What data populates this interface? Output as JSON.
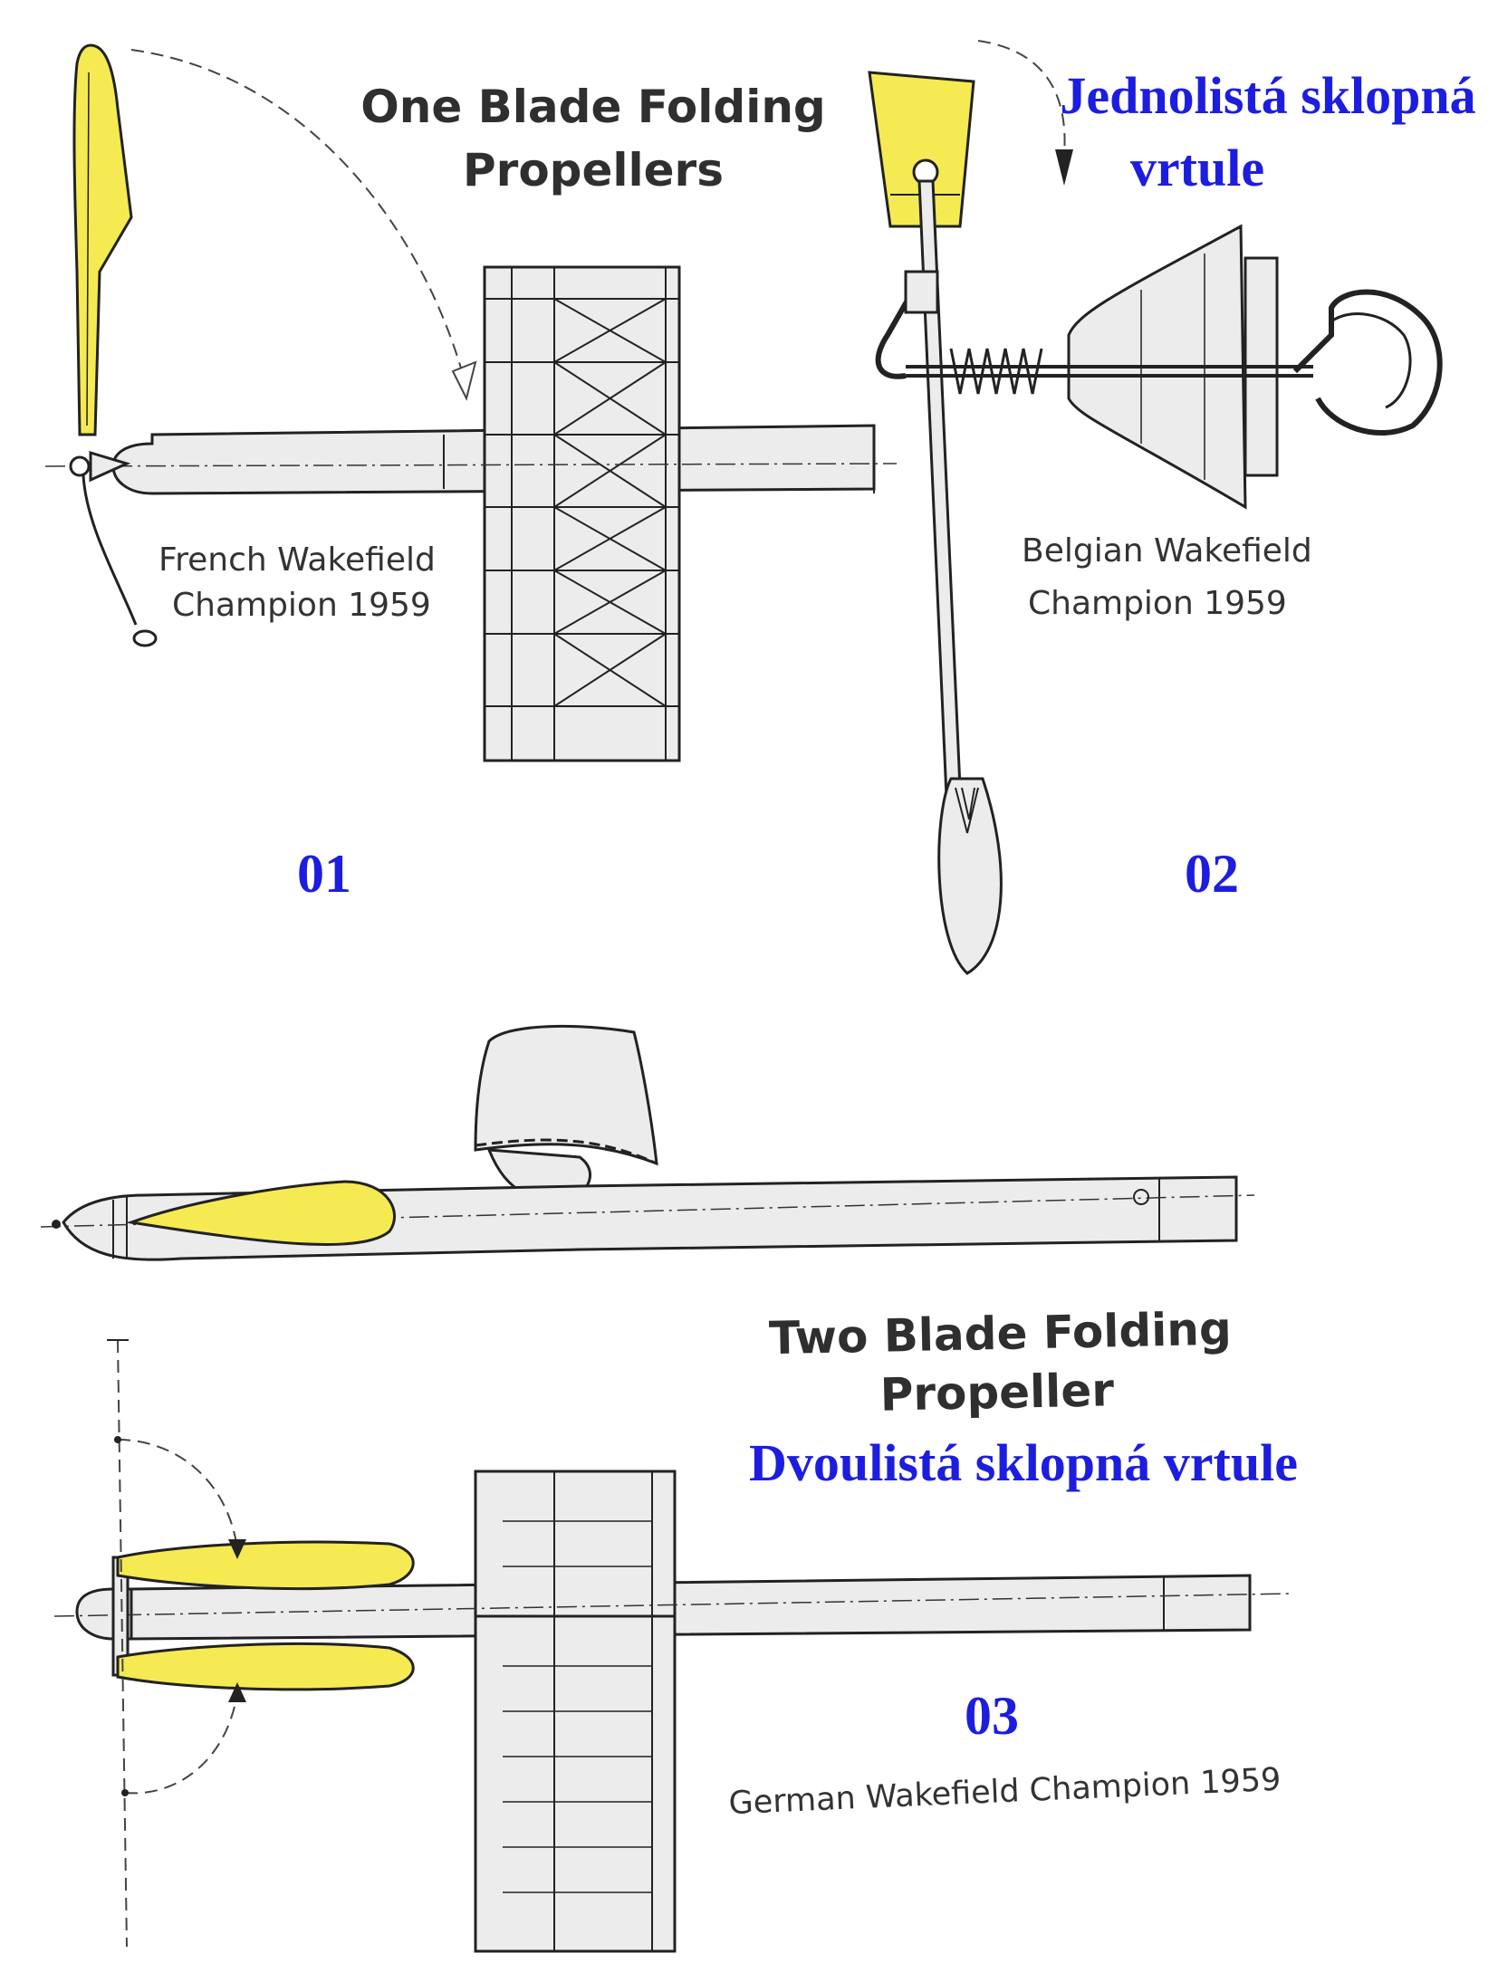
{
  "headings": {
    "one_blade_line1": "One Blade Folding",
    "one_blade_line2": "Propellers",
    "one_blade_cz_line1": "Jednolistá sklopná",
    "one_blade_cz_line2": "vrtule",
    "two_blade_line1": "Two Blade Folding",
    "two_blade_line2": "Propeller",
    "two_blade_cz": "Dvoulistá sklopná vrtule"
  },
  "captions": {
    "french_line1": "French Wakefield",
    "french_line2": "Champion 1959",
    "belgian_line1": "Belgian Wakefield",
    "belgian_line2": "Champion 1959",
    "german": "German Wakefield Champion 1959"
  },
  "figure_numbers": {
    "fig1": "01",
    "fig2": "02",
    "fig3": "03"
  },
  "colors": {
    "blade_yellow": "#f5ea52",
    "czech_text_blue": "#1d1de0",
    "structure_fill": "#ececec"
  }
}
